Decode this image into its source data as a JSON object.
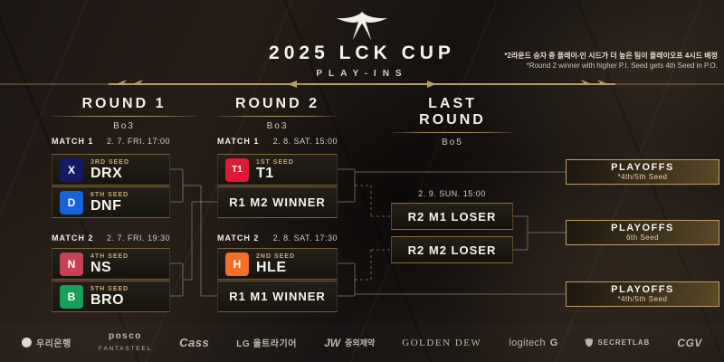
{
  "header": {
    "title": "2025 LCK CUP",
    "subtitle": "PLAY-INS",
    "note_ko": "*2라운드 승자 중 플레이-인 시드가 더 높은 팀이 플레이오프 4시드 배정",
    "note_en": "*Round 2 winner with higher P.I. Seed gets 4th Seed in P.O."
  },
  "colors": {
    "gold_accent": "#b79a6b",
    "background": "#181310",
    "drx": "#151b63",
    "dnf": "#1563dc",
    "ns": "#c54153",
    "bro": "#17a05a",
    "t1": "#e01937",
    "hle": "#f0702a"
  },
  "bracket": {
    "rounds": [
      {
        "name": "ROUND 1",
        "format": "Bo3",
        "matches": [
          {
            "label": "MATCH 1",
            "datetime": "2. 7. FRI. 17:00",
            "slots": [
              {
                "type": "team",
                "seed": "3RD SEED",
                "name": "DRX",
                "mark": "X"
              },
              {
                "type": "team",
                "seed": "6TH SEED",
                "name": "DNF",
                "mark": "D"
              }
            ]
          },
          {
            "label": "MATCH 2",
            "datetime": "2. 7. FRI. 19:30",
            "slots": [
              {
                "type": "team",
                "seed": "4TH SEED",
                "name": "NS",
                "mark": "N"
              },
              {
                "type": "team",
                "seed": "5TH SEED",
                "name": "BRO",
                "mark": "B"
              }
            ]
          }
        ]
      },
      {
        "name": "ROUND 2",
        "format": "Bo3",
        "matches": [
          {
            "label": "MATCH 1",
            "datetime": "2. 8. SAT. 15:00",
            "slots": [
              {
                "type": "team",
                "seed": "1ST SEED",
                "name": "T1",
                "mark": "T1"
              },
              {
                "type": "placeholder",
                "name": "R1 M2 WINNER"
              }
            ]
          },
          {
            "label": "MATCH 2",
            "datetime": "2. 8. SAT. 17:30",
            "slots": [
              {
                "type": "team",
                "seed": "2ND SEED",
                "name": "HLE",
                "mark": "H"
              },
              {
                "type": "placeholder",
                "name": "R1 M1 WINNER"
              }
            ]
          }
        ]
      },
      {
        "name": "LAST ROUND",
        "format": "Bo5",
        "matches": [
          {
            "datetime": "2. 9. SUN. 15:00",
            "slots": [
              {
                "type": "placeholder",
                "name": "R2 M1 LOSER"
              },
              {
                "type": "placeholder",
                "name": "R2 M2 LOSER"
              }
            ]
          }
        ]
      }
    ],
    "playoffs": [
      {
        "title": "PLAYOFFS",
        "seed": "*4th/5th Seed"
      },
      {
        "title": "PLAYOFFS",
        "seed": "6th Seed"
      },
      {
        "title": "PLAYOFFS",
        "seed": "*4th/5th Seed"
      }
    ]
  },
  "sponsors": [
    {
      "name": "우리은행"
    },
    {
      "name": "posco",
      "sub": "FANTASTEEL"
    },
    {
      "name": "Cass"
    },
    {
      "name": "LG 울트라기어"
    },
    {
      "mark": "JW",
      "name": "중외제약"
    },
    {
      "name": "GOLDEN DEW"
    },
    {
      "name": "logitech",
      "mark": "G"
    },
    {
      "name": "SECRETLAB"
    },
    {
      "name": "CGV"
    }
  ]
}
